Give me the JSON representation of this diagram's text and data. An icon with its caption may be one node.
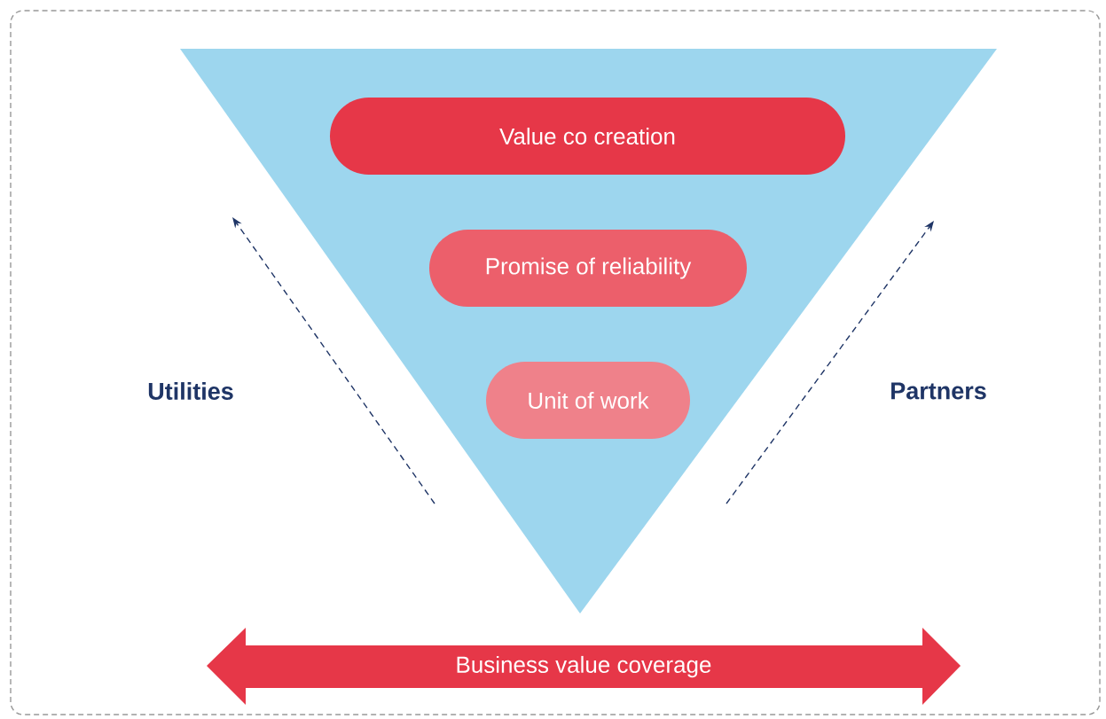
{
  "diagram": {
    "nodes": [
      {
        "text": [],
        "shape": "triangle"
      },
      {
        "text": [
          "Value co creation"
        ],
        "in": 0
      },
      {
        "text": [
          "Promise of reliability"
        ],
        "in": 0
      },
      {
        "text": [
          "Unit of work"
        ],
        "in": 0
      },
      {
        "text": [
          "Business value coverage"
        ]
      }
    ],
    "labels": [
      "Utilities",
      "Partners"
    ]
  }
}
